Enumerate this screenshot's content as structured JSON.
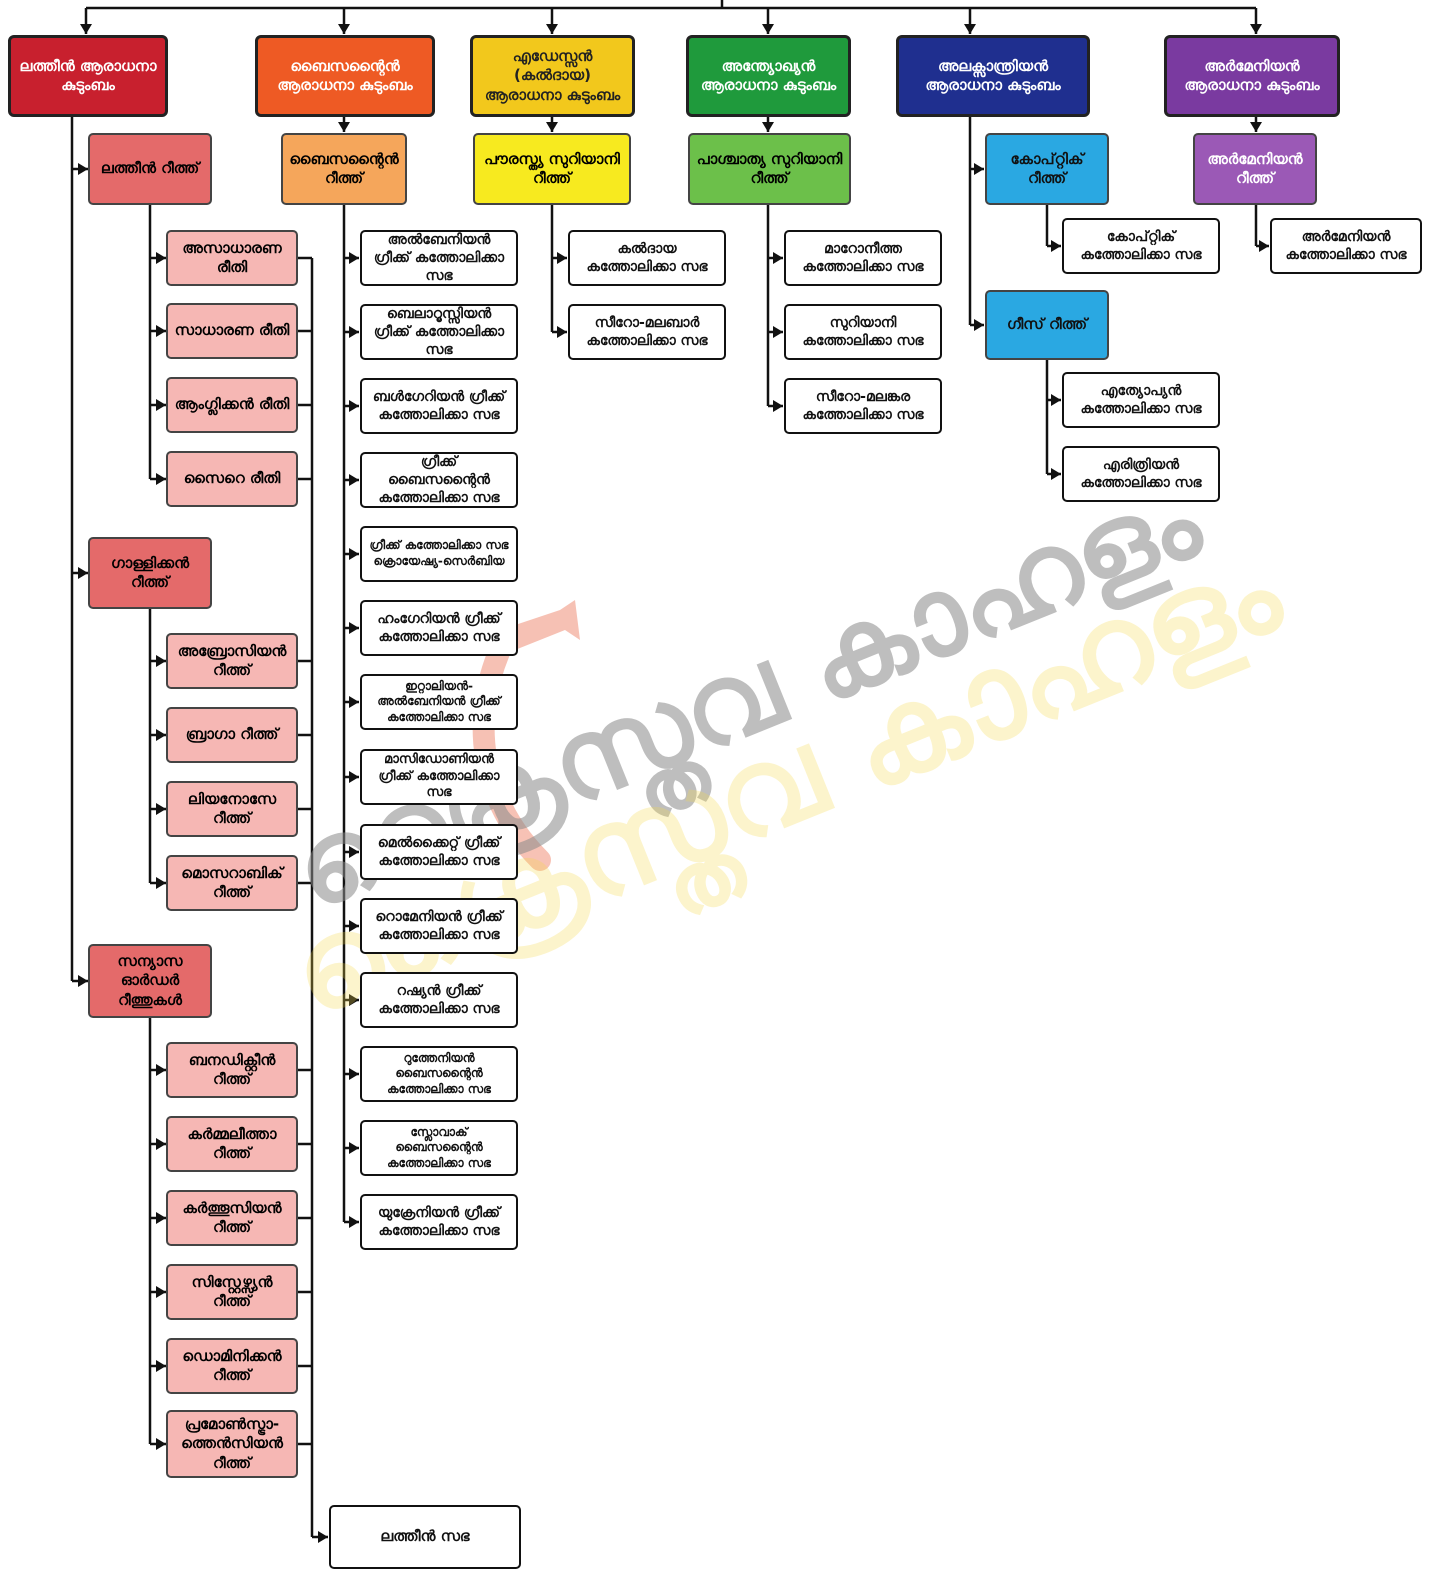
{
  "families": {
    "latin": "ലത്തീൻ ആരാധനാ കുടുംബം",
    "byzantine": "ബൈസന്റൈൻ ആരാധനാ കുടുംബം",
    "edessan": "എഡേസ്സൻ (കൽദായ) ആരാധനാ കുടുംബം",
    "antiochene": "അന്ത്യോഖ്യൻ ആരാധനാ കുടുംബം",
    "alexandrian": "അലക്സാന്ത്രിയൻ ആരാധനാ കുടുംബം",
    "armenian": "അർമേനിയൻ ആരാധനാ കുടുംബം"
  },
  "rites": {
    "latin": "ലത്തീൻ റീത്ത്",
    "gallican": "ഗാള്ളിക്കൻ റീത്ത്",
    "religious": "സന്യാസ ഓർഡർ റീത്തുകൾ",
    "byzantine": "ബൈസന്റൈൻ റീത്ത്",
    "east_syriac": "പൗരസ്ത്യ സുറിയാനി റീത്ത്",
    "west_syriac": "പാശ്ചാത്യ സുറിയാനി റീത്ത്",
    "coptic": "കോപ്റ്റിക് റീത്ത്",
    "geez": "ഗീസ് റീത്ത്",
    "armenian": "അർമേനിയൻ റീത്ത്"
  },
  "latin_forms": [
    "അസാധാരണ രീതി",
    "സാധാരണ രീതി",
    "ആംഗ്ലിക്കൻ രീതി",
    "സൈറെ രീതി"
  ],
  "gallican_forms": [
    "അബ്രോസിയൻ റീത്ത്",
    "ബ്രാഗാ റീത്ത്",
    "ലിയനോസേ റീത്ത്",
    "മൊസറാബിക് റീത്ത്"
  ],
  "religious_forms": [
    "ബനഡിക്റ്റീൻ റീത്ത്",
    "കർമ്മലീത്താ റീത്ത്",
    "കർത്തൂസിയൻ റീത്ത്",
    "സിസ്റ്റേഴ്സ്യൻ റീത്ത്",
    "ഡൊമിനിക്കൻ റീത്ത്",
    "പ്രമോൺസ്ട്രാ- ത്തെൻസിയൻ റീത്ത്"
  ],
  "latin_church": "ലത്തീൻ സഭ",
  "byzantine_churches": [
    "അൽബേനിയൻ ഗ്രീക്ക് കത്തോലിക്കാ സഭ",
    "ബെലാറൂസ്സിയൻ ഗ്രീക്ക് കത്തോലിക്കാ സഭ",
    "ബൾഗേറിയൻ ഗ്രീക്ക് കത്തോലിക്കാ സഭ",
    "ഗ്രീക്ക് ബൈസന്റൈൻ കത്തോലിക്കാ സഭ",
    "ഗ്രീക്ക് കത്തോലിക്കാ സഭ ക്രൊയേഷ്യ-സെർബിയ",
    "ഹംഗേറിയൻ ഗ്രീക്ക് കത്തോലിക്കാ സഭ",
    "ഇറ്റാലിയൻ-അൽബേനിയൻ ഗ്രീക്ക് കത്തോലിക്കാ സഭ",
    "മാസിഡോണിയൻ ഗ്രീക്ക് കത്തോലിക്കാ സഭ",
    "മെൽക്കൈറ്റ് ഗ്രീക്ക് കത്തോലിക്കാ സഭ",
    "റൊമേനിയൻ ഗ്രീക്ക് കത്തോലിക്കാ സഭ",
    "റഷ്യൻ ഗ്രീക്ക് കത്തോലിക്കാ സഭ",
    "റുത്തേനിയൻ ബൈസന്റൈൻ കത്തോലിക്കാ സഭ",
    "സ്ലോവാക് ബൈസന്റൈൻ കത്തോലിക്കാ സഭ",
    "യുക്രേനിയൻ ഗ്രീക്ക് കത്തോലിക്കാ സഭ"
  ],
  "east_syriac_churches": [
    "കൽദായ കത്തോലിക്കാ സഭ",
    "സീറോ-മലബാർ കത്തോലിക്കാ സഭ"
  ],
  "west_syriac_churches": [
    "മാറോനീത്ത കത്തോലിക്കാ സഭ",
    "സുറിയാനി കത്തോലിക്കാ സഭ",
    "സീറോ-മലങ്കര കത്തോലിക്കാ സഭ"
  ],
  "coptic_churches": [
    "കോപ്റ്റിക് കത്തോലിക്കാ സഭ"
  ],
  "geez_churches": [
    "എത്യോപ്യൻ കത്തോലിക്കാ സഭ",
    "എരിത്രിയൻ കത്തോലിക്കാ സഭ"
  ],
  "armenian_churches": [
    "അർമേനിയൻ കത്തോലിക്കാ സഭ"
  ],
  "watermark": "ക്രൈസ്തവ കാഹളം",
  "colors": {
    "latin_family": "#c8202e",
    "latin_rite": "#e46a6a",
    "latin_form": "#f6b7b4",
    "byzantine_family": "#ee5a24",
    "byzantine_rite": "#f5a65b",
    "edessan_family": "#f2c81c",
    "edessan_rite": "#f7ea1f",
    "antiochene_family": "#1f9a3c",
    "antiochene_rite": "#6cc04a",
    "alexandrian_family": "#1f2f8f",
    "alexandrian_rite": "#2aa8e2",
    "armenian_family": "#7a3aa0",
    "armenian_rite": "#9b59b6",
    "lines": "#111111"
  }
}
